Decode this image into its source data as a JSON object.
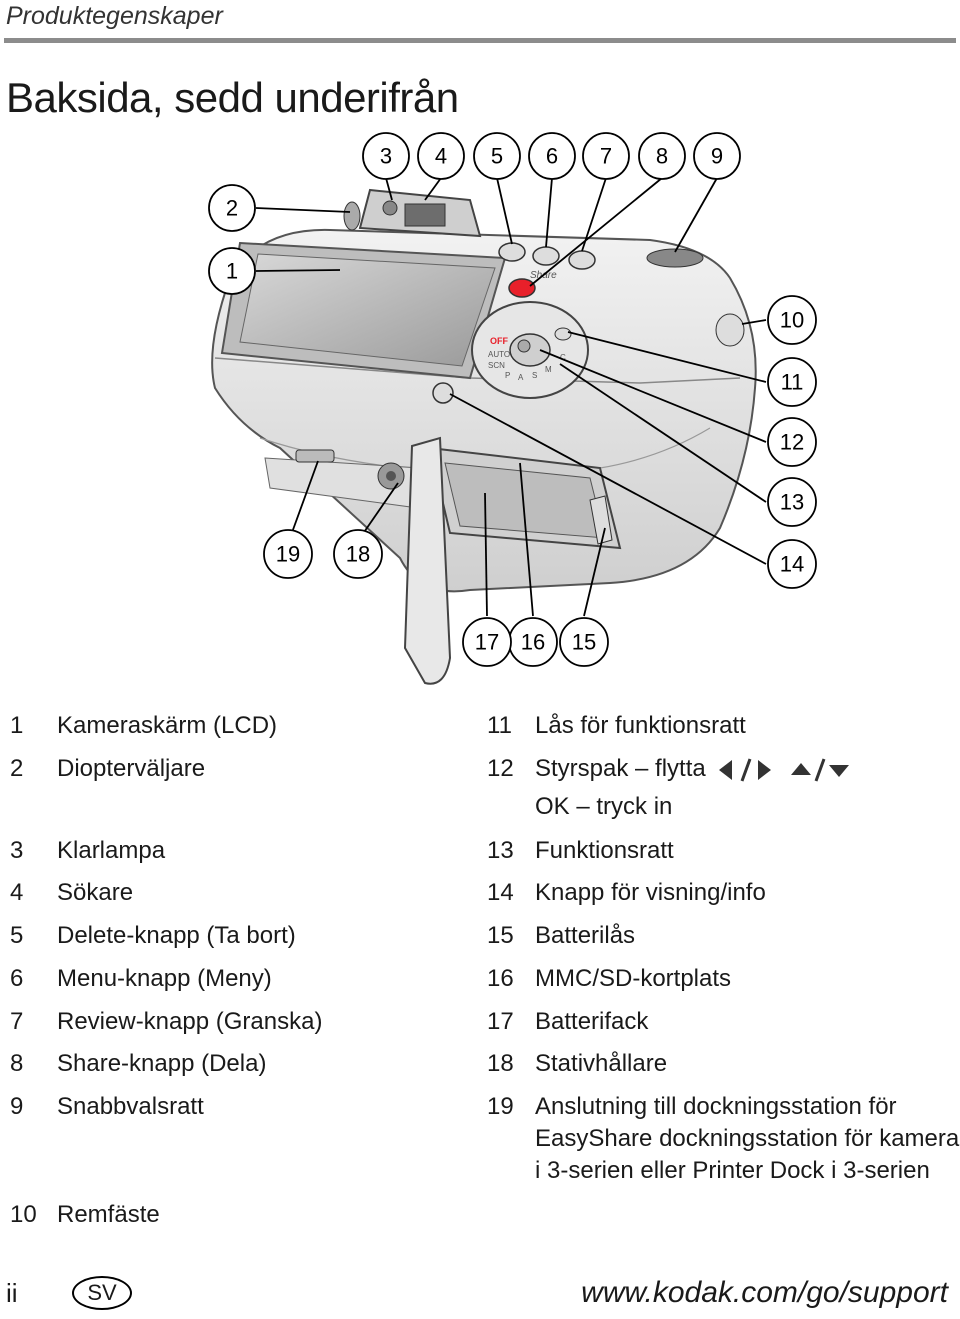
{
  "header": {
    "section_title": "Produktegenskaper"
  },
  "page": {
    "title": "Baksida, sedd underifrån"
  },
  "diagram": {
    "callouts": [
      "1",
      "2",
      "3",
      "4",
      "5",
      "6",
      "7",
      "8",
      "9",
      "10",
      "11",
      "12",
      "13",
      "14",
      "15",
      "16",
      "17",
      "18",
      "19"
    ],
    "dial_labels": [
      "OFF",
      "AUTO",
      "SCN",
      "P",
      "A",
      "S",
      "M",
      "C"
    ],
    "button_labels": [
      "Share"
    ]
  },
  "legend": {
    "left": [
      {
        "num": "1",
        "text": "Kameraskärm (LCD)"
      },
      {
        "num": "2",
        "text": "Diopterväljare"
      },
      {
        "num": "3",
        "text": "Klarlampa"
      },
      {
        "num": "4",
        "text": "Sökare"
      },
      {
        "num": "5",
        "text": "Delete-knapp (Ta bort)"
      },
      {
        "num": "6",
        "text": "Menu-knapp (Meny)"
      },
      {
        "num": "7",
        "text": "Review-knapp (Granska)"
      },
      {
        "num": "8",
        "text": "Share-knapp (Dela)"
      },
      {
        "num": "9",
        "text": "Snabbvalsratt"
      },
      {
        "num": "10",
        "text": "Remfäste"
      }
    ],
    "right": [
      {
        "num": "11",
        "text": "Lås för funktionsratt"
      },
      {
        "num": "12",
        "text": "Styrspak – flytta",
        "cont": [
          "OK – tryck in"
        ]
      },
      {
        "num": "13",
        "text": "Funktionsratt"
      },
      {
        "num": "14",
        "text": "Knapp för visning/info"
      },
      {
        "num": "15",
        "text": "Batterilås"
      },
      {
        "num": "16",
        "text": "MMC/SD-kortplats"
      },
      {
        "num": "17",
        "text": "Batterifack"
      },
      {
        "num": "18",
        "text": "Stativhållare"
      },
      {
        "num": "19",
        "text": "Anslutning till dockningsstation för",
        "cont": [
          "EasyShare dockningsstation för kamera",
          "i 3-serien eller Printer Dock i 3-serien"
        ]
      }
    ]
  },
  "footer": {
    "page_number": "ii",
    "language_badge": "SV",
    "url": "www.kodak.com/go/support"
  },
  "colors": {
    "rule": "#8c8c8c",
    "share_button": "#e8202a",
    "camera_body": "#e6e6e6"
  }
}
